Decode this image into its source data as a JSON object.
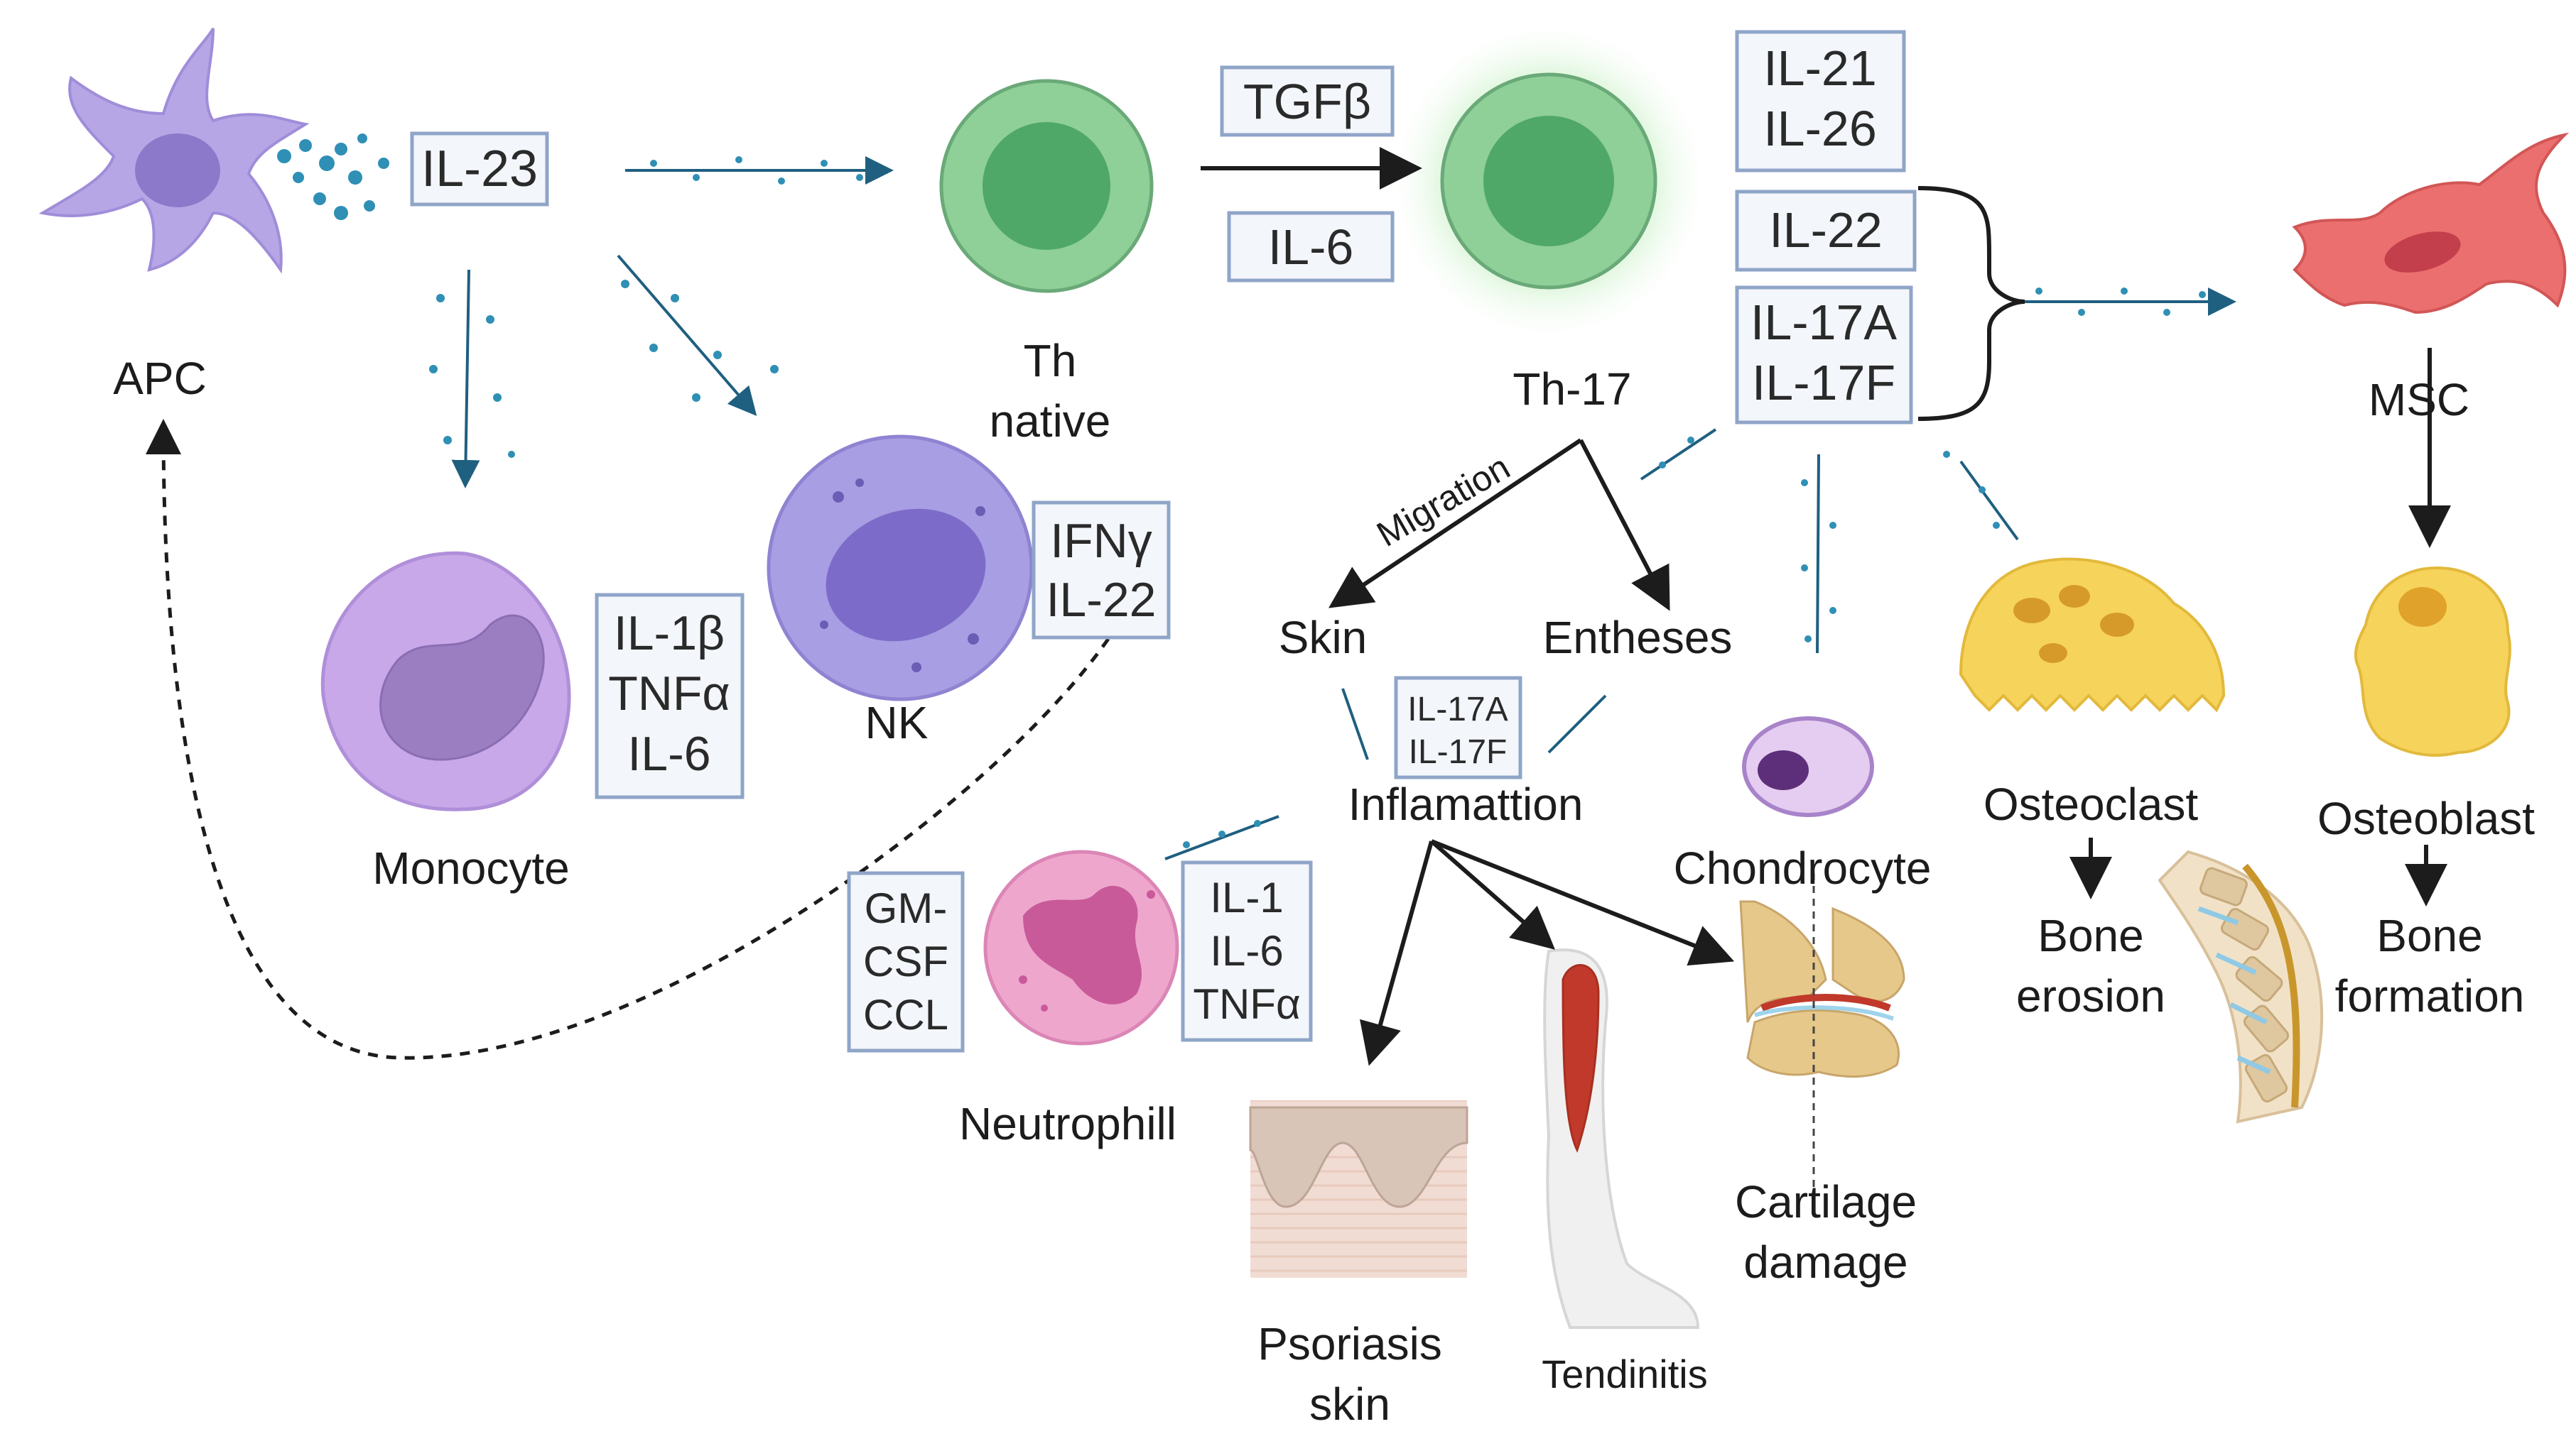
{
  "labels": {
    "apc": "APC",
    "th_native": [
      "Th",
      "native"
    ],
    "th17": "Th-17",
    "msc": "MSC",
    "monocyte": "Monocyte",
    "nk": "NK",
    "neutrophill": "Neutrophill",
    "skin": "Skin",
    "entheses": "Entheses",
    "inflammation": "Inflamattion",
    "chondrocyte": "Chondrocyte",
    "osteoclast": "Osteoclast",
    "osteoblast": "Osteoblast",
    "bone_erosion": [
      "Bone",
      "erosion"
    ],
    "bone_formation": [
      "Bone",
      "formation"
    ],
    "psoriasis_skin": [
      "Psoriasis",
      "skin"
    ],
    "tendinitis": "Tendinitis",
    "cartilage_damage": [
      "Cartilage",
      "damage"
    ],
    "migration": "Migration"
  },
  "cytokine_boxes": {
    "il23": [
      "IL-23"
    ],
    "tgfb": [
      "TGFβ"
    ],
    "il6": [
      "IL-6"
    ],
    "il21_il26": [
      "IL-21",
      "IL-26"
    ],
    "il22": [
      "IL-22"
    ],
    "il17af": [
      "IL-17A",
      "IL-17F"
    ],
    "ifng_il22": [
      "IFNγ",
      "IL-22"
    ],
    "monocyte_cyto": [
      "IL-1β",
      "TNFα",
      "IL-6"
    ],
    "inflam_il17": [
      "IL-17A",
      "IL-17F"
    ],
    "gm_csf": [
      "GM-",
      "CSF",
      "CCL"
    ],
    "neutro_cyto": [
      "IL-1",
      "IL-6",
      "TNFα"
    ]
  },
  "colors": {
    "apc": "#b7a6e6",
    "monocyte": "#c8a8e8",
    "nk": "#a89ee3",
    "th": "#7ec48e",
    "th17_glow": "#c9f1c6",
    "msc": "#ec6f6f",
    "osteo": "#f6d35a",
    "neutrophil": "#efa6cd",
    "chondrocyte": "#c7a3de",
    "dots": "#2f8fb5",
    "box_fill": "#f3f6fb",
    "box_stroke": "#8fa5c8"
  }
}
